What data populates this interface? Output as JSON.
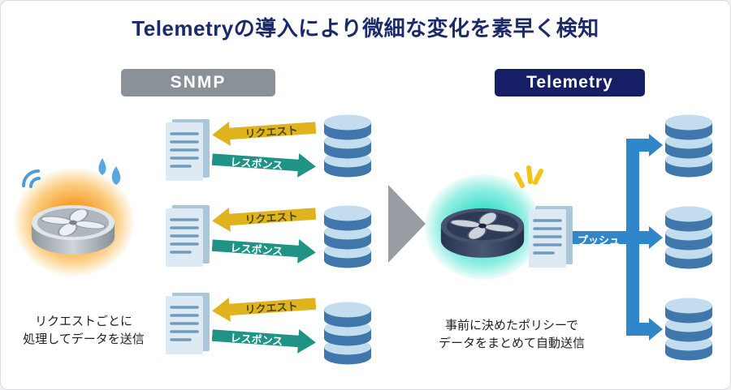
{
  "title": "Telemetryの導入により微細な変化を素早く検知",
  "snmp_section": {
    "badge": "SNMP",
    "rows": [
      {
        "request": "リクエスト",
        "response": "レスポンス"
      },
      {
        "request": "リクエスト",
        "response": "レスポンス"
      },
      {
        "request": "リクエスト",
        "response": "レスポンス"
      }
    ],
    "caption": [
      "リクエストごとに",
      "処理してデータを送信"
    ]
  },
  "telemetry_section": {
    "badge": "Telemetry",
    "push_label": "プッシュ",
    "caption": [
      "事前に決めたポリシーで",
      "データをまとめて自動送信"
    ]
  },
  "icons": {
    "snmp_router": "router-device-stressed",
    "telemetry_router": "router-device-alert",
    "document": "log-document-icon",
    "database": "database-cylinder-icon",
    "signal": "wifi-waves-icon",
    "sweat": "sweat-drops-icon",
    "alert": "alert-sparks-icon",
    "transition": "big-right-arrow"
  },
  "colors": {
    "title": "#1b2a6b",
    "snmp_badge": "#8b9199",
    "telemetry_badge": "#161f66",
    "request_arrow": "#dfb31c",
    "response_arrow": "#1f9486",
    "push_arrow": "#2f86c8",
    "database_body": "#3f77ad",
    "database_top": "#c3dcee",
    "glow_left": "#f8961c",
    "glow_right": "#2edec8",
    "transition_arrow": "#989ca3"
  }
}
